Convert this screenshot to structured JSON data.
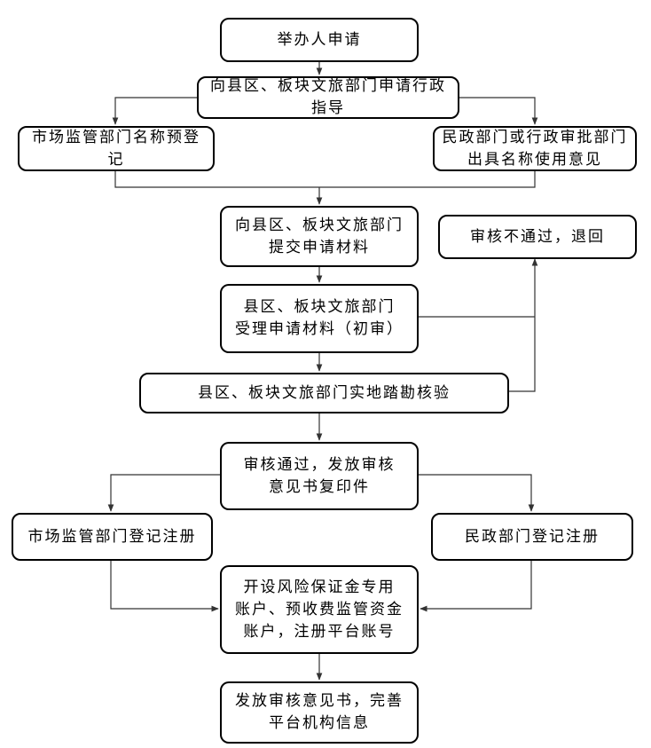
{
  "nodes": {
    "apply": "举办人申请",
    "guidance": "向县区、板块文旅部门申请行政指导",
    "name_prereg": "市场监管部门名称预登记",
    "civil_opinion": "民政部门或行政审批部门\n出具名称使用意见",
    "submit": "向县区、板块文旅部门\n提交申请材料",
    "reject": "审核不通过，退回",
    "accept": "县区、板块文旅部门\n受理申请材料（初审）",
    "inspect": "县区、板块文旅部门实地踏勘核验",
    "approve_copy": "审核通过，发放审核\n意见书复印件",
    "market_register": "市场监管部门登记注册",
    "civil_register": "民政部门登记注册",
    "accounts": "开设风险保证金专用\n账户、预收费监管资金\n账户，注册平台账号",
    "final": "发放审核意见书，完善\n平台机构信息"
  }
}
